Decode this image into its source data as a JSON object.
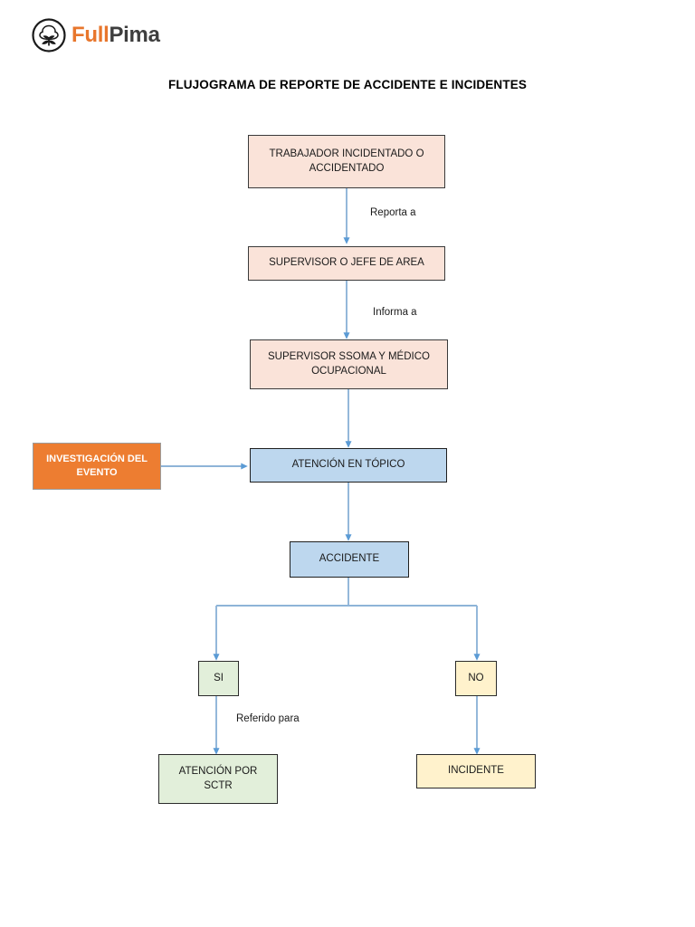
{
  "logo": {
    "icon": "cotton-boll-icon",
    "word1": "Full",
    "word2": "Pima",
    "color1": "#E8762C",
    "color2": "#3E3E3E"
  },
  "document": {
    "title": "FLUJOGRAMA DE REPORTE DE ACCIDENTE E INCIDENTES"
  },
  "palette": {
    "peach_fill": "#FAE3D9",
    "blue_fill": "#BDD7EE",
    "orange_fill": "#ED7D31",
    "green_fill": "#E2EFDA",
    "yellow_fill": "#FFF2CC",
    "connector_blue": "#8EB4D8",
    "box_border": "#3A3A3A"
  },
  "flowchart": {
    "nodes": [
      {
        "id": "trabajador",
        "label": "TRABAJADOR INCIDENTADO O ACCIDENTADO",
        "style": "peach"
      },
      {
        "id": "supervisor",
        "label": "SUPERVISOR O JEFE DE AREA",
        "style": "peach"
      },
      {
        "id": "ssoma",
        "label": "SUPERVISOR SSOMA Y MÉDICO OCUPACIONAL",
        "style": "peach"
      },
      {
        "id": "investigacion",
        "label": "INVESTIGACIÓN DEL EVENTO",
        "style": "orange"
      },
      {
        "id": "topico",
        "label": "ATENCIÓN EN TÓPICO",
        "style": "blue"
      },
      {
        "id": "accidente",
        "label": "ACCIDENTE",
        "style": "blue"
      },
      {
        "id": "si",
        "label": "SI",
        "style": "green"
      },
      {
        "id": "no",
        "label": "NO",
        "style": "yellow"
      },
      {
        "id": "sctr",
        "label": "ATENCIÓN POR SCTR",
        "style": "green"
      },
      {
        "id": "incidente",
        "label": "INCIDENTE",
        "style": "yellow"
      }
    ],
    "edge_labels": [
      {
        "id": "reporta",
        "text": "Reporta a"
      },
      {
        "id": "informa",
        "text": "Informa a"
      },
      {
        "id": "referido",
        "text": "Referido para"
      }
    ]
  }
}
